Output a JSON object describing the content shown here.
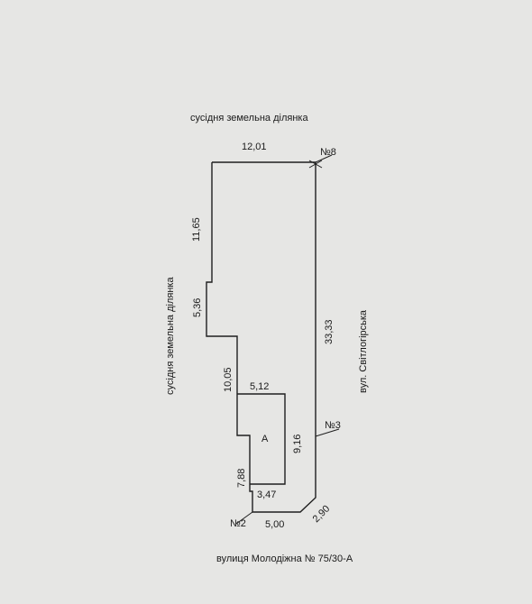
{
  "plan": {
    "neighbor_top": "сусідня земельна ділянка",
    "neighbor_left": "сусідня земельна ділянка",
    "street_right": "вул. Світлогірська",
    "caption": "вулиця  Молодіжна № 75/30-А",
    "building_label": "А",
    "points": {
      "p8": "№8",
      "p3": "№3",
      "p2": "№2"
    },
    "dimensions": {
      "top": "12,01",
      "left_upper": "11,65",
      "left_notch": "5,36",
      "left_middle": "10,05",
      "left_lower": "7,88",
      "right": "33,33",
      "building_top": "5,12",
      "building_right": "9,16",
      "building_bottom": "3,47",
      "bottom": "5,00",
      "bottom_diag": "2,90"
    },
    "colors": {
      "line": "#1f1f1f",
      "paper": "#e6e6e4"
    }
  }
}
